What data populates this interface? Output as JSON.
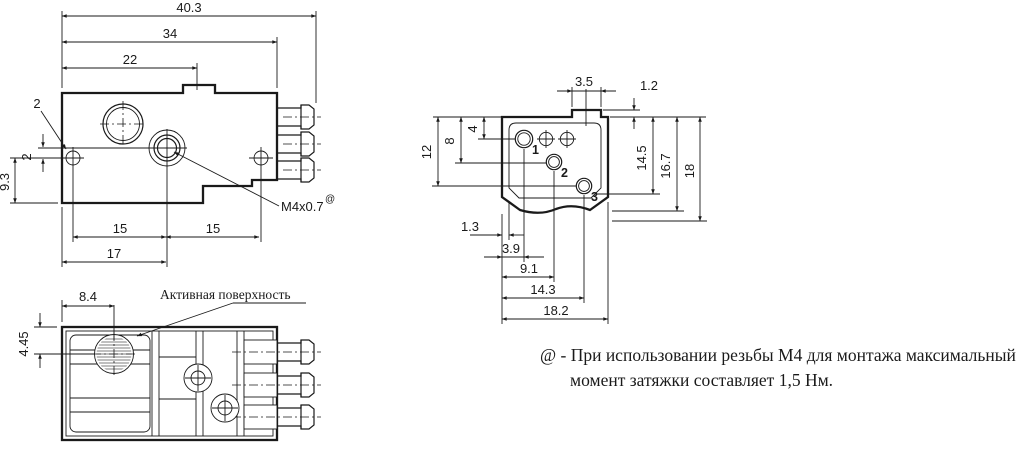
{
  "front_view": {
    "dim_total_width": "40.3",
    "dim_body_width": "34",
    "dim_tab_offset": "22",
    "hole_dia_label": "2",
    "dim_hole_offset": "2",
    "dim_hole_height": "9.3",
    "dim_hole_spacing_left": "15",
    "dim_hole_spacing_right": "15",
    "dim_thread_offset": "17",
    "thread_label": "M4x0.7",
    "thread_ref": "@"
  },
  "top_view": {
    "dim_surface_x": "8.4",
    "dim_surface_y": "4.45",
    "active_surface_label": "Активная поверхность"
  },
  "side_view": {
    "dim_tab_width": "3.5",
    "dim_tab_height": "1.2",
    "dim_row1": "4",
    "dim_row2": "8",
    "dim_row3": "12",
    "dim_depth_1": "14.5",
    "dim_depth_2": "16.7",
    "dim_depth_3": "18",
    "dim_col_wall": "1.3",
    "dim_col1": "3.9",
    "dim_col2": "9.1",
    "dim_col3": "14.3",
    "dim_width": "18.2",
    "port1": "1",
    "port2": "2",
    "port3": "3"
  },
  "note": {
    "line1": "@ - При использовании резьбы М4 для монтажа максимальный",
    "line2": "момент затяжки составляет 1,5 Нм."
  },
  "colors": {
    "ink": "#1a1a1a",
    "background": "#ffffff"
  }
}
